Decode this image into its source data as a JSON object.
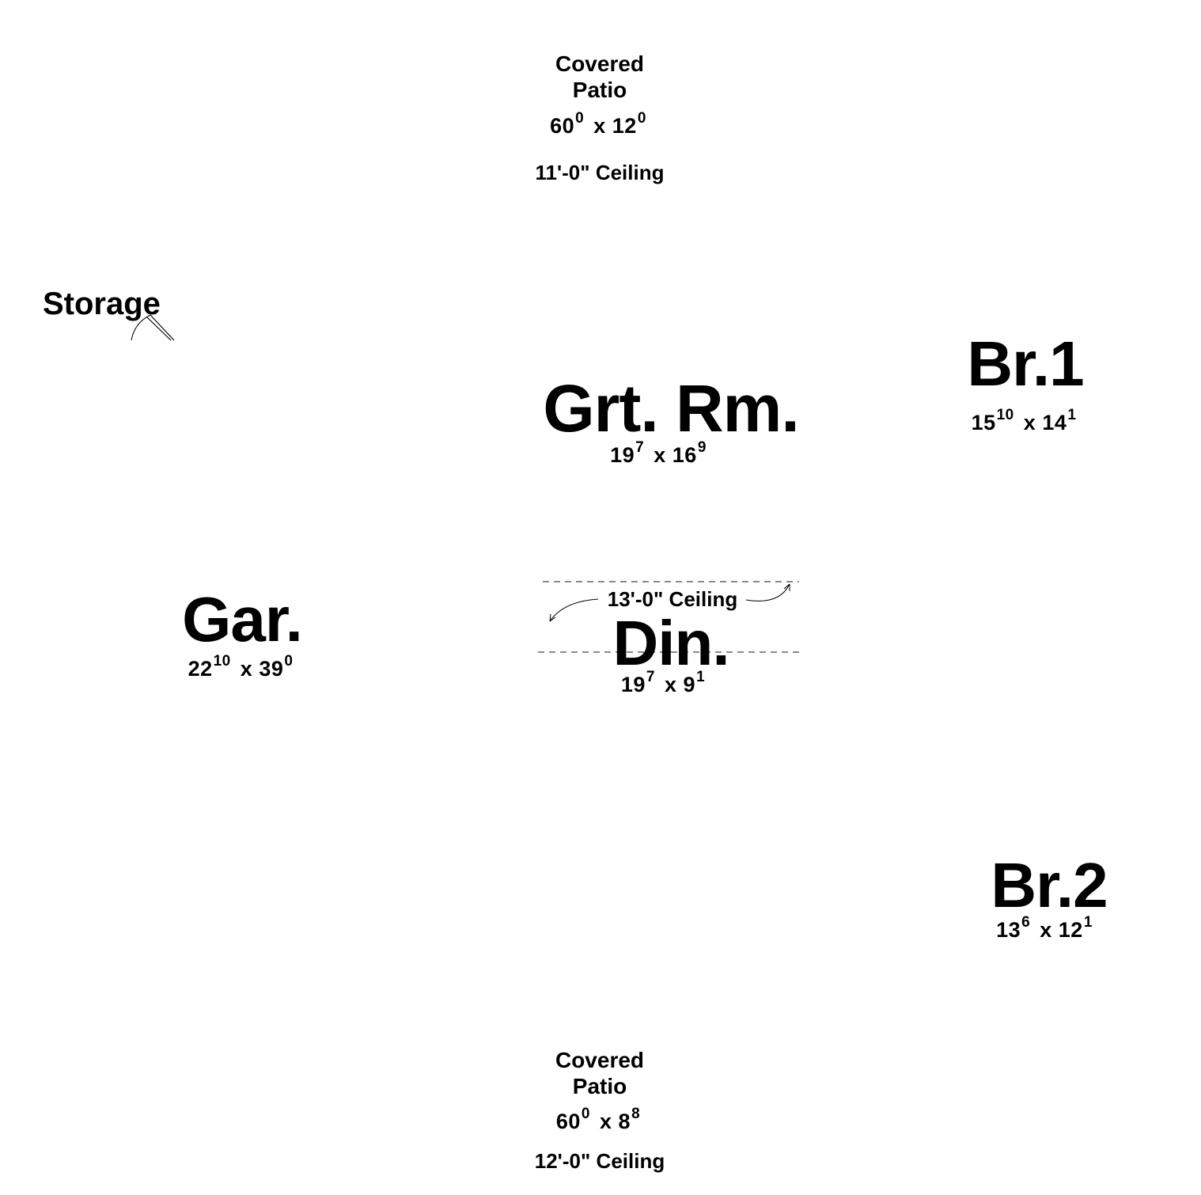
{
  "rooms": {
    "patio_top": {
      "line1": "Covered",
      "line2": "Patio",
      "dim_w": "60",
      "dim_w_sup": "0",
      "dim_sep": "x",
      "dim_h": "12",
      "dim_h_sup": "0",
      "ceiling": "11'-0\" Ceiling"
    },
    "storage": {
      "name": "Storage"
    },
    "great_room": {
      "name": "Grt. Rm.",
      "dim_w": "19",
      "dim_w_sup": "7",
      "dim_sep": "x",
      "dim_h": "16",
      "dim_h_sup": "9"
    },
    "bedroom_1": {
      "name": "Br.1",
      "dim_w": "15",
      "dim_w_sup": "10",
      "dim_sep": "x",
      "dim_h": "14",
      "dim_h_sup": "1"
    },
    "garage": {
      "name": "Gar.",
      "dim_w": "22",
      "dim_w_sup": "10",
      "dim_sep": "x",
      "dim_h": "39",
      "dim_h_sup": "0"
    },
    "dining": {
      "name": "Din.",
      "ceiling": "13'-0\" Ceiling",
      "dim_w": "19",
      "dim_w_sup": "7",
      "dim_sep": "x",
      "dim_h": "9",
      "dim_h_sup": "1"
    },
    "bedroom_2": {
      "name": "Br.2",
      "dim_w": "13",
      "dim_w_sup": "6",
      "dim_sep": "x",
      "dim_h": "12",
      "dim_h_sup": "1"
    },
    "patio_bottom": {
      "line1": "Covered",
      "line2": "Patio",
      "dim_w": "60",
      "dim_w_sup": "0",
      "dim_sep": "x",
      "dim_h": "8",
      "dim_h_sup": "8",
      "ceiling": "12'-0\" Ceiling"
    }
  },
  "colors": {
    "ink": "#000000",
    "background": "#ffffff",
    "dashed_line": "#444444"
  }
}
